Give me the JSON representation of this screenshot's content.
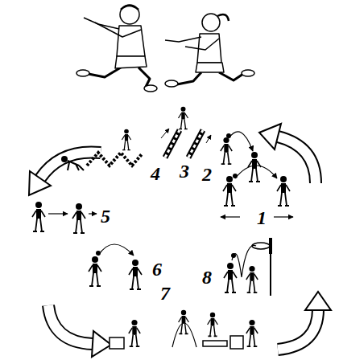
{
  "diagram": {
    "labels": [
      "4",
      "3",
      "2",
      "1",
      "5",
      "6",
      "8",
      "7"
    ]
  }
}
